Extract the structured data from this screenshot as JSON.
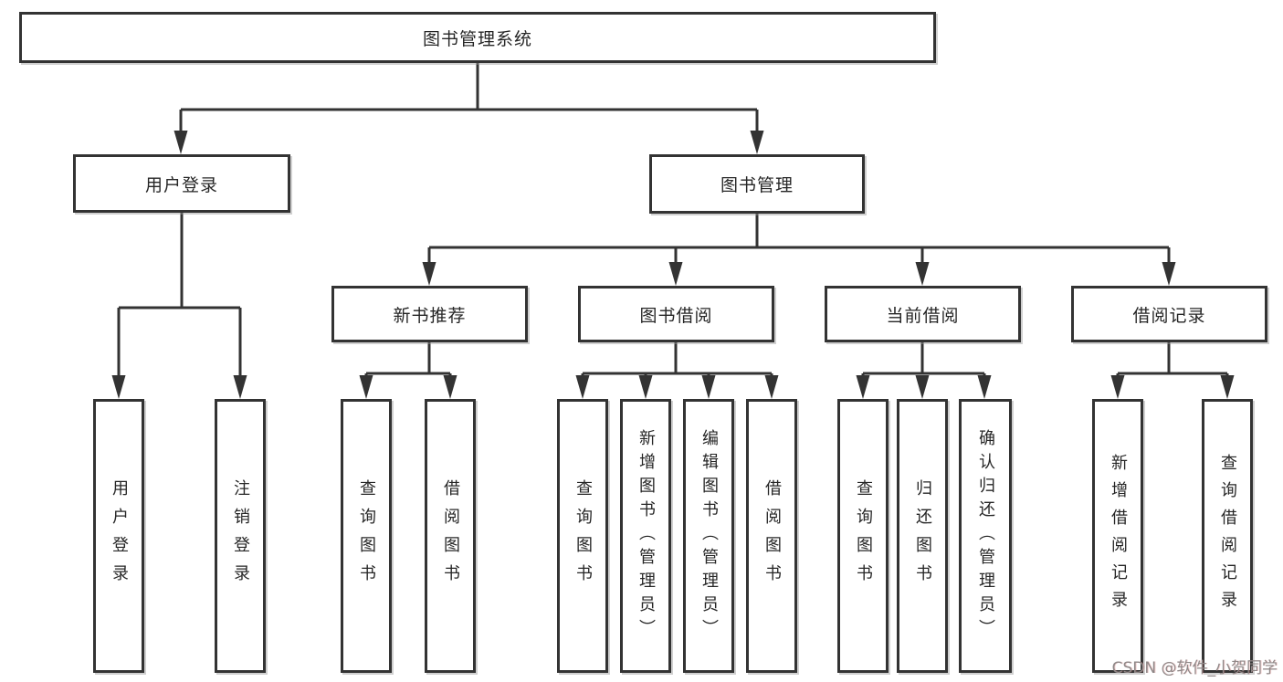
{
  "colors": {
    "background": "#ffffff",
    "box_border": "#333333",
    "connector_line": "#333333",
    "text": "#262626",
    "watermark_text": "#8f8888"
  },
  "tree": {
    "label": "图书管理系统",
    "children": [
      {
        "label": "用户登录",
        "children": [
          {
            "label": "用户登录"
          },
          {
            "label": "注销登录"
          }
        ]
      },
      {
        "label": "图书管理",
        "children": [
          {
            "label": "新书推荐",
            "children": [
              {
                "label": "查询图书"
              },
              {
                "label": "借阅图书"
              }
            ]
          },
          {
            "label": "图书借阅",
            "children": [
              {
                "label": "查询图书"
              },
              {
                "label": "新增图书（管理员）"
              },
              {
                "label": "编辑图书（管理员）"
              },
              {
                "label": "借阅图书"
              }
            ]
          },
          {
            "label": "当前借阅",
            "children": [
              {
                "label": "查询图书"
              },
              {
                "label": "归还图书"
              },
              {
                "label": "确认归还（管理员）"
              }
            ]
          },
          {
            "label": "借阅记录",
            "children": [
              {
                "label": "新增借阅记录"
              },
              {
                "label": "查询借阅记录"
              }
            ]
          }
        ]
      }
    ]
  },
  "watermark": {
    "text": "CSDN @软件_小贺同学"
  }
}
